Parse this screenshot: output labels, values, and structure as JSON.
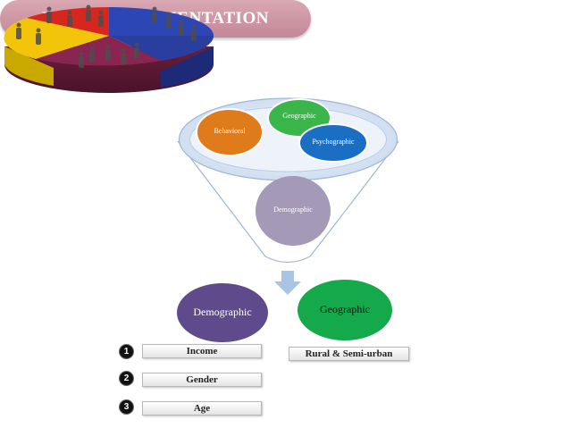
{
  "title": "MARKET SEGMENTATION",
  "funnel": {
    "top_items": [
      {
        "label": "Behavioral",
        "color": "#e07b1c"
      },
      {
        "label": "Geographic",
        "color": "#3ab54a"
      },
      {
        "label": "Psychographic",
        "color": "#1a6fc4"
      }
    ],
    "center": {
      "label": "Demographic",
      "color": "#a49ab8"
    }
  },
  "arrow_color": "#a9c4e4",
  "segments": [
    {
      "label": "Demographic",
      "color": "#5f4a8b",
      "text_color": "#ffffff"
    },
    {
      "label": "Geographic",
      "color": "#14a94a",
      "text_color": "#111111"
    }
  ],
  "demographic_items": [
    {
      "number": "1",
      "label": "Income"
    },
    {
      "number": "2",
      "label": "Gender"
    },
    {
      "number": "3",
      "label": "Age"
    }
  ],
  "geographic_items": [
    {
      "label": "Rural & Semi-urban"
    }
  ]
}
